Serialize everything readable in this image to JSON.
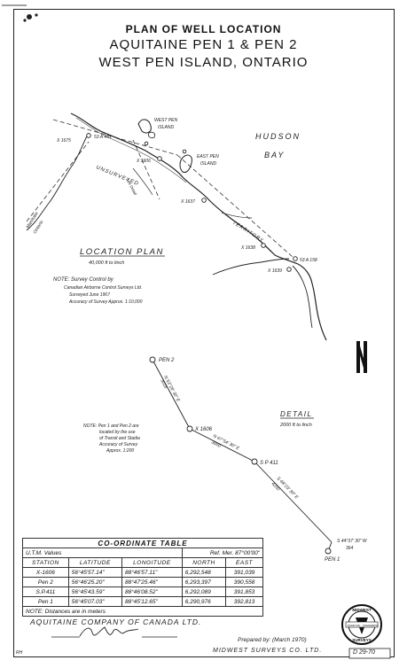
{
  "title": {
    "line1": "PLAN OF WELL LOCATION",
    "line2": "AQUITAINE  PEN 1 & PEN 2",
    "line3": "WEST PEN ISLAND, ONTARIO"
  },
  "location_plan": {
    "heading": "LOCATION PLAN",
    "scale": "40,000 ft to linch",
    "labels": {
      "west_pen": "WEST PEN",
      "island": "ISLAND",
      "east_pen": "EAST PEN",
      "east_island": "ISLAND",
      "hudson": "HUDSON",
      "bay": "BAY",
      "unsurveyed": "UNSURVEYED",
      "manitoba": "Manitoba",
      "ontario": "Ontario",
      "territory": "TERRITORY",
      "x1675": "X 1675",
      "a53_451": "53 A 451",
      "x1606": "X 1606",
      "x1637": "X 1637",
      "x1638": "X 1638",
      "a53_158": "53 A 158",
      "x1639": "X 1639",
      "roadnote": "See Detail"
    },
    "note": {
      "l1": "NOTE: Survey Control by",
      "l2": "Canadian Airborne Control Surveys Ltd.",
      "l3": "Surveyed June 1967",
      "l4": "Accuracy of Survey Approx. 1:10,000"
    }
  },
  "detail": {
    "heading": "DETAIL",
    "scale": "2000 ft to linch",
    "stations": {
      "pen2": "PEN 2",
      "x1606": "X 1606",
      "sp411": "S P 411",
      "pen1": "PEN 1"
    },
    "bearings": {
      "b1": "N 53°28' 30\" E",
      "b1d": "3016",
      "b2": "N 67°54' 30\" E",
      "b2d": "3060",
      "b3": "S 48°23' 30\" E",
      "b3d": "4250",
      "b4": "S 44°37' 30\" W",
      "b4d": "364"
    },
    "note": {
      "l1": "NOTE: Pen 1 and Pen 2 are",
      "l2": "located by the use",
      "l3": "of Transit and Stadia",
      "l4": "Accuracy of Survey",
      "l5": "Approx. 1:200"
    }
  },
  "north_arrow": "N",
  "coordinate_table": {
    "title": "CO-ORDINATE  TABLE",
    "utm": "U.T.M. Values",
    "ref": "Ref. Mer. 87°00'00\"",
    "headers": [
      "STATION",
      "LATITUDE",
      "LONGITUDE",
      "NORTH",
      "EAST"
    ],
    "rows": [
      [
        "X-1606",
        "56°45'57.14\"",
        "88°46'57.11\"",
        "6,292,548",
        "391,039"
      ],
      [
        "Pen 2",
        "56°46'25.20\"",
        "88°47'25.46\"",
        "6,293,397",
        "390,558"
      ],
      [
        "S.P.411",
        "56°45'43.59\"",
        "88°46'08.52\"",
        "6,292,089",
        "391,853"
      ],
      [
        "Pen 1",
        "56°45'07.03\"",
        "88°45'12.65\"",
        "6,290,976",
        "392,813"
      ]
    ],
    "note": "NOTE: Distances are in meters"
  },
  "footer": {
    "company": "AQUITAINE COMPANY OF CANADA LTD.",
    "prepared": "Prepared by: (March 1970)",
    "surveyor": "MIDWEST SURVEYS CO. LTD.",
    "drawing_no": "D 29-70",
    "initials": "RH",
    "seal_top": "MIDWEST",
    "seal_bottom": "SURVEYS",
    "seal_left": "SURVEYING",
    "seal_right": "ENGINEERING"
  }
}
